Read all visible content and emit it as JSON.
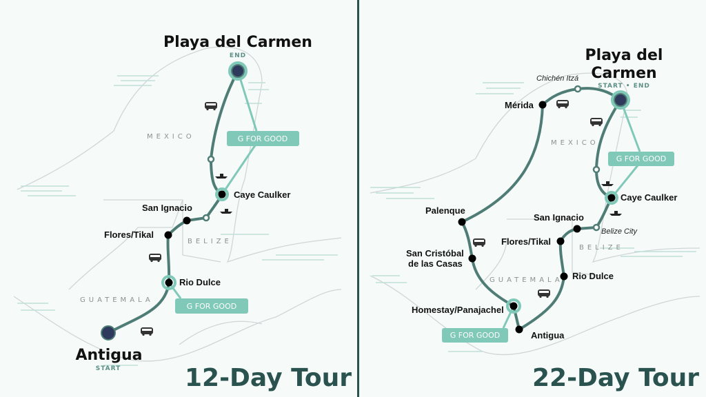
{
  "left": {
    "tour_title": "12-Day Tour",
    "end_city": "Playa del Carmen",
    "end_tag": "END",
    "start_city": "Antigua",
    "start_tag": "START",
    "stops": [
      "Caye Caulker",
      "San Ignacio",
      "Flores/Tikal",
      "Rio Dulce"
    ],
    "countries": [
      "MEXICO",
      "BELIZE",
      "GUATEMALA"
    ],
    "badges": [
      "G FOR GOOD",
      "G FOR GOOD"
    ]
  },
  "right": {
    "tour_title": "22-Day Tour",
    "city_line1": "Playa del",
    "city_line2": "Carmen",
    "start_end_tag": "START • END",
    "waypoints": [
      "Chichén Itzá",
      "Belize City"
    ],
    "stops": [
      "Mérida",
      "Palenque",
      "San Cristóbal",
      "de las Casas",
      "Homestay/Panajachel",
      "Antigua",
      "Rio Dulce",
      "Flores/Tikal",
      "San Ignacio",
      "Caye Caulker"
    ],
    "countries": [
      "MEXICO",
      "BELIZE",
      "GUATEMALA"
    ],
    "badges": [
      "G FOR GOOD",
      "G FOR GOOD"
    ]
  },
  "colors": {
    "route": "#4f7d76",
    "accent": "#80c9b8",
    "node": "#2e3a5c",
    "divider": "#2a5350",
    "title": "#2a5350"
  }
}
